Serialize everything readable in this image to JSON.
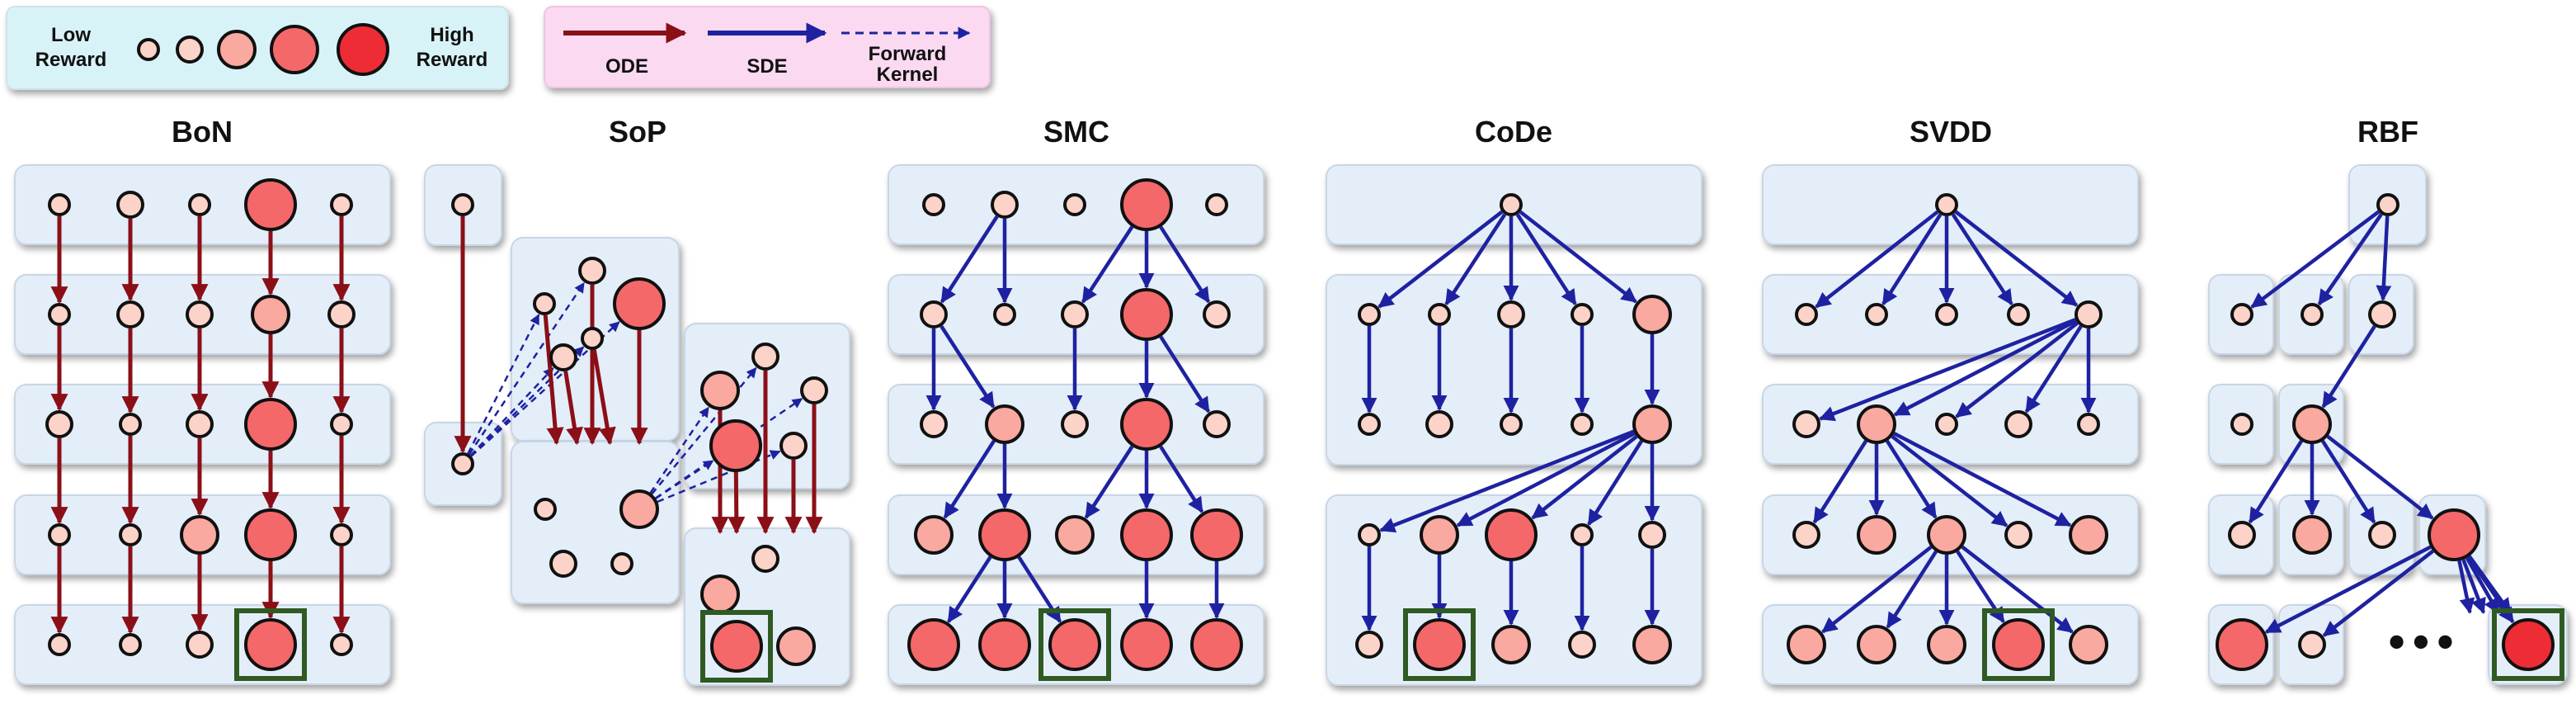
{
  "legend": {
    "reward": {
      "low_line1": "Low",
      "low_line2": "Reward",
      "high_line1": "High",
      "high_line2": "Reward"
    },
    "arrows": {
      "ode": "ODE",
      "sde": "SDE",
      "forward_line1": "Forward",
      "forward_line2": "Kernel"
    }
  },
  "panels": [
    {
      "id": "bon",
      "title": "BoN"
    },
    {
      "id": "sop",
      "title": "SoP"
    },
    {
      "id": "smc",
      "title": "SMC"
    },
    {
      "id": "code",
      "title": "CoDe"
    },
    {
      "id": "svdd",
      "title": "SVDD"
    },
    {
      "id": "rbf",
      "title": "RBF"
    }
  ],
  "rbf_ellipsis": "•••",
  "colors": {
    "box_fill": "#e4eef9",
    "legend_reward_bg": "#d8f3f7",
    "legend_arrow_bg": "#fbd9f1",
    "node_low": "#fcd3c8",
    "node_mid": "#f9a9a0",
    "node_high": "#f46869",
    "node_max": "#ee2c35",
    "ode": "#8b0f17",
    "sde": "#1e22a0",
    "select_box": "#2f5a22"
  }
}
